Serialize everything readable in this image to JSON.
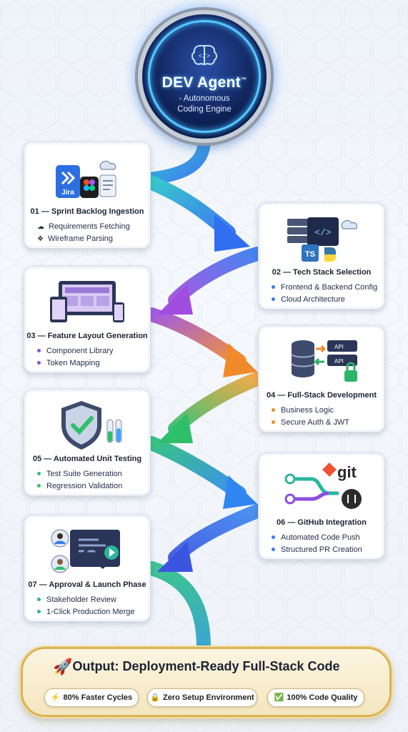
{
  "header": {
    "title": "DEV Agent",
    "trademark": "™",
    "subtitle_line1": "- Autonomous",
    "subtitle_line2": "Coding Engine"
  },
  "steps": [
    {
      "title": "01 — Sprint Backlog Ingestion",
      "items": [
        "Requirements Fetching",
        "Wireframe Parsing"
      ],
      "art_label": "Jira"
    },
    {
      "title": "02 — Tech Stack Selection",
      "items": [
        "Frontend & Backend Config",
        "Cloud Architecture"
      ],
      "art_label": "TS"
    },
    {
      "title": "03 — Feature Layout Generation",
      "items": [
        "Component Library",
        "Token Mapping"
      ]
    },
    {
      "title": "04 — Full-Stack Development",
      "items": [
        "Business Logic",
        "Secure Auth & JWT"
      ],
      "art_label": "API"
    },
    {
      "title": "05 — Automated Unit Testing",
      "items": [
        "Test Suite Generation",
        "Regression Validation"
      ]
    },
    {
      "title": "06 — GitHub Integration",
      "items": [
        "Automated Code Push",
        "Structured PR Creation"
      ],
      "art_label": "git"
    },
    {
      "title": "07 — Approval & Launch Phase",
      "items": [
        "Stakeholder Review",
        "1-Click Production Merge"
      ]
    }
  ],
  "output": {
    "title": "Output: Deployment-Ready Full-Stack Code",
    "pills": [
      "80% Faster Cycles",
      "Zero Setup Environment",
      "100% Code Quality"
    ]
  },
  "colors": {
    "arrow1": "#3aa6ff",
    "arrow2": "#8b4fe0",
    "arrow3": "#f08a2a",
    "arrow4": "#2fbf6b",
    "arrow5": "#2f8cf0",
    "arrow6": "#3f6fe8",
    "arrow7": "#2bb5a0",
    "gold": "#d9b35a"
  }
}
